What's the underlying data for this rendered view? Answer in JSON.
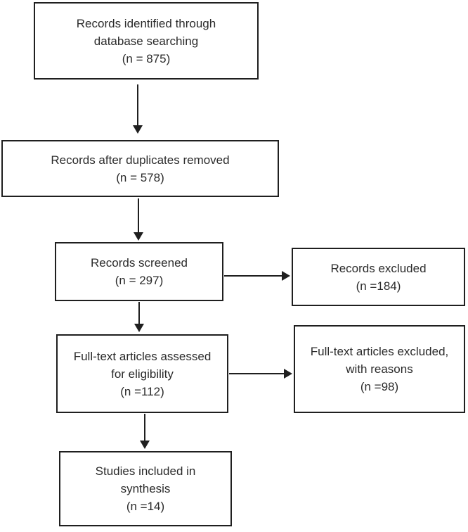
{
  "figure": {
    "type": "prisma-flow-diagram",
    "background_color": "#ffffff",
    "line_color": "#1f1f1f",
    "text_color": "#2b2b2b"
  },
  "boxes": {
    "identified": {
      "line1": "Records identified through",
      "line2": "database searching",
      "line3": "(n = 875)"
    },
    "duplicates_removed": {
      "line1": "Records after duplicates removed",
      "line2": "(n = 578)"
    },
    "screened": {
      "line1": "Records screened",
      "line2": "(n = 297)"
    },
    "records_excluded": {
      "line1": "Records excluded",
      "line2": "(n =184)"
    },
    "fulltext_assessed": {
      "line1": "Full-text articles assessed",
      "line2": "for eligibility",
      "line3": "(n =112)"
    },
    "fulltext_excluded": {
      "line1": "Full-text articles excluded,",
      "line2": "with reasons",
      "line3": "(n =98)"
    },
    "included_synthesis": {
      "line1": "Studies included in",
      "line2": "synthesis",
      "line3": "(n =14)"
    }
  }
}
